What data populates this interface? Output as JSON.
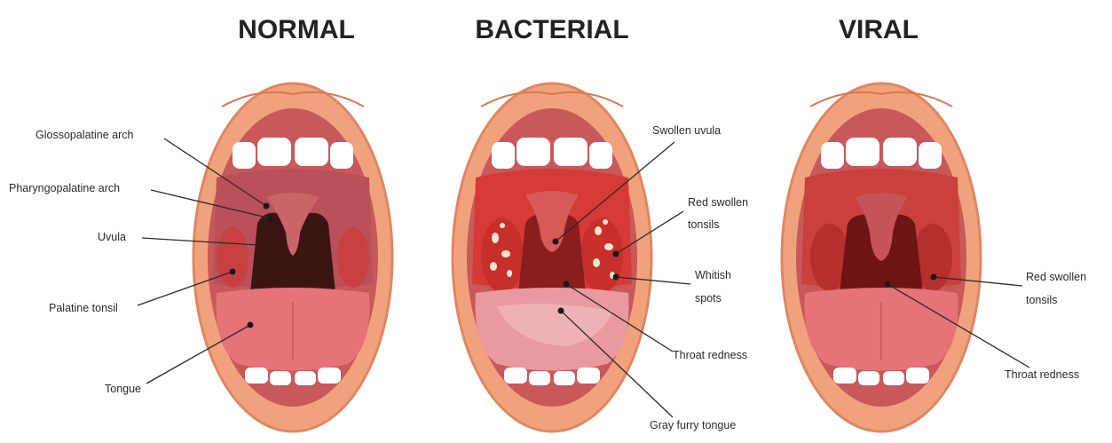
{
  "panels": [
    {
      "title": "NORMAL",
      "labels": {
        "glossopalatine_arch": "Glossopalatine arch",
        "pharyngopalatine_arch": "Pharyngopalatine arch",
        "uvula": "Uvula",
        "palatine_tonsil": "Palatine tonsil",
        "tongue": "Tongue"
      }
    },
    {
      "title": "BACTERIAL",
      "labels": {
        "swollen_uvula": "Swollen uvula",
        "red_swollen_tonsils_1": "Red swollen",
        "red_swollen_tonsils_2": "tonsils",
        "whitish_spots_1": "Whitish",
        "whitish_spots_2": "spots",
        "throat_redness": "Throat redness",
        "gray_furry_tongue": "Gray furry tongue"
      }
    },
    {
      "title": "VIRAL",
      "labels": {
        "red_swollen_tonsils_1": "Red swollen",
        "red_swollen_tonsils_2": "tonsils",
        "throat_redness": "Throat redness"
      }
    }
  ],
  "colors": {
    "lip": "#f0a27c",
    "lip_shadow": "#e08660",
    "teeth": "#ffffff",
    "gum": "#c8585a",
    "palate_normal": "#b9505a",
    "palate_inflamed": "#d63a36",
    "throat": "#3b1512",
    "tongue_normal": "#e57378",
    "tongue_gray": "#e99aa0",
    "spots": "#f3e7c8"
  }
}
